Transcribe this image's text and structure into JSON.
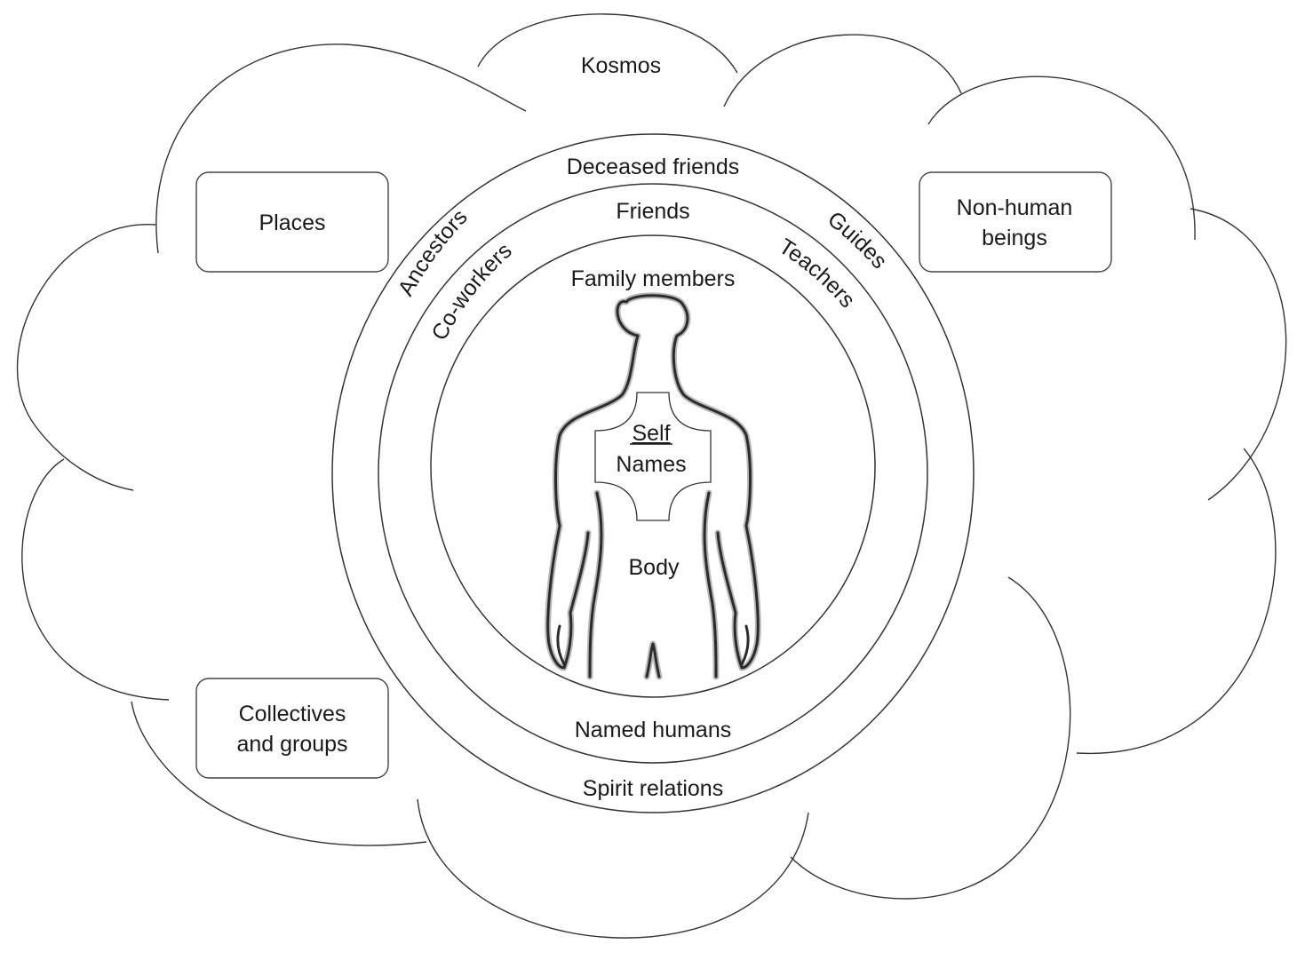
{
  "diagram": {
    "kosmos": "Kosmos",
    "boxes": {
      "places": "Places",
      "non_human_line1": "Non-human",
      "non_human_line2": "beings",
      "collectives_line1": "Collectives",
      "collectives_line2": "and groups"
    },
    "outer_ring": {
      "top": "Deceased friends",
      "left": "Ancestors",
      "right": "Guides",
      "bottom": "Spirit relations"
    },
    "middle_ring": {
      "top": "Friends",
      "left": "Co-workers",
      "right": "Teachers",
      "bottom": "Named humans"
    },
    "inner_ring": {
      "top": "Family members"
    },
    "self": {
      "title": "Self",
      "names": "Names",
      "body": "Body"
    }
  }
}
